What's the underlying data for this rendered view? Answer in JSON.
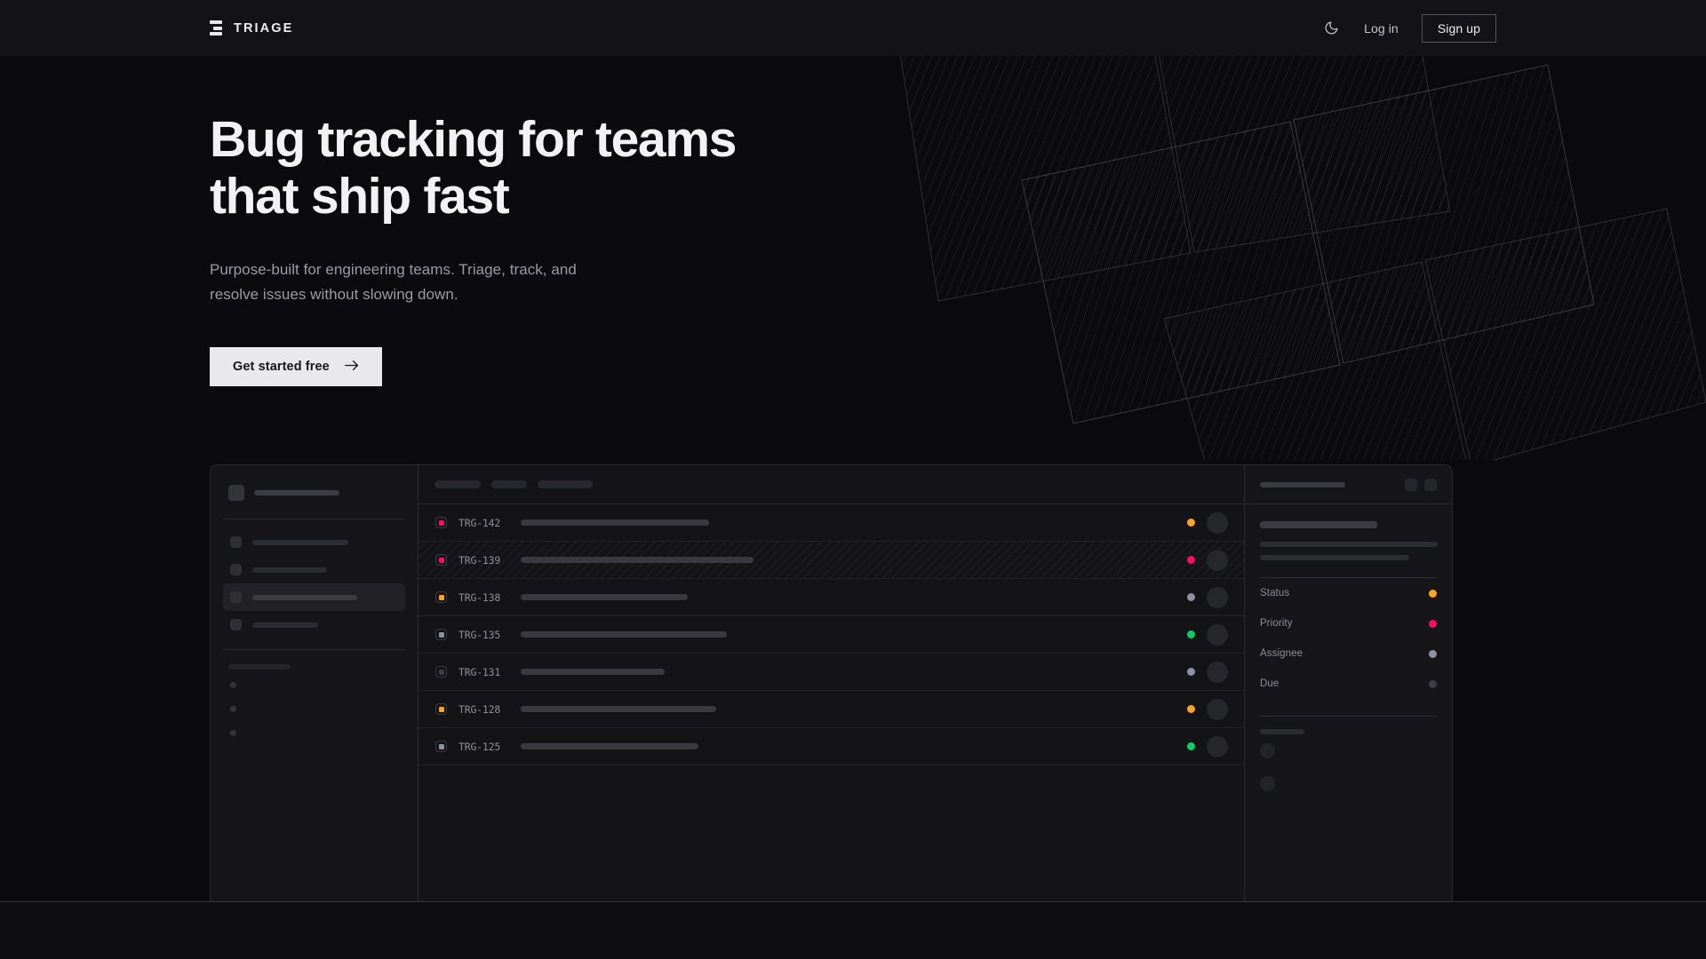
{
  "nav": {
    "brand": "TRIAGE",
    "brand_icon": "stacked-bars-logo-icon",
    "theme_toggle_icon": "moon-icon",
    "login_label": "Log in",
    "signup_label": "Sign up"
  },
  "hero": {
    "title": "Bug tracking for teams\nthat ship fast",
    "subtitle": "Purpose-built for engineering teams. Triage, track, and\nresolve issues without slowing down.",
    "cta_label": "Get started free",
    "cta_icon": "arrow-right-icon"
  },
  "colors": {
    "page_bg": "#0b0b0d",
    "nav_bg": "#131315",
    "panel_bg": "#161618",
    "border": "#2a2a2e",
    "text_primary": "#f2f2f4",
    "text_muted": "#9a9aa2",
    "cta_bg": "#e9e9eb",
    "status_orange": "#f5a524",
    "status_pink": "#f31260",
    "status_green": "#17c964",
    "status_slate": "#8b93a7",
    "status_muted": "#3c3d43"
  },
  "app": {
    "sidebar": {
      "workspace_skeleton_width": 96,
      "items": [
        {
          "name": "inbox",
          "width": 108,
          "active": false
        },
        {
          "name": "my-issues",
          "width": 84,
          "active": false
        },
        {
          "name": "all-issues",
          "width": 118,
          "active": true
        },
        {
          "name": "backlog",
          "width": 74,
          "active": false
        }
      ],
      "section_label_width": 70,
      "sub_items": [
        "project-a",
        "project-b",
        "project-c"
      ]
    },
    "toolbar": {
      "pills": [
        52,
        40,
        62
      ]
    },
    "issues": [
      {
        "id": "TRG-142",
        "title_width": 212,
        "priority_color": "#f31260",
        "status_color": "#f5a524",
        "selected": false
      },
      {
        "id": "TRG-139",
        "title_width": 262,
        "priority_color": "#f31260",
        "status_color": "#f31260",
        "selected": true
      },
      {
        "id": "TRG-138",
        "title_width": 188,
        "priority_color": "#f5a524",
        "status_color": "#8b93a7",
        "selected": false
      },
      {
        "id": "TRG-135",
        "title_width": 232,
        "priority_color": "#8b93a7",
        "status_color": "#17c964",
        "selected": false
      },
      {
        "id": "TRG-131",
        "title_width": 162,
        "priority_color": "#3c3d43",
        "status_color": "#8b93a7",
        "selected": false
      },
      {
        "id": "TRG-128",
        "title_width": 220,
        "priority_color": "#f5a524",
        "status_color": "#f5a524",
        "selected": false
      },
      {
        "id": "TRG-125",
        "title_width": 200,
        "priority_color": "#8b93a7",
        "status_color": "#17c964",
        "selected": false
      }
    ],
    "detail": {
      "header_skeleton_width": 96,
      "title_skeleton_width": 132,
      "body_skeleton_widths": [
        200,
        168
      ],
      "properties": [
        {
          "label": "Status",
          "color": "#f5a524"
        },
        {
          "label": "Priority",
          "color": "#f31260"
        },
        {
          "label": "Assignee",
          "color": "#8b93a7"
        },
        {
          "label": "Due",
          "color": "#3c3d43"
        }
      ],
      "activity_label_width": 50,
      "activity_items": [
        "activity-1",
        "activity-2"
      ]
    }
  }
}
